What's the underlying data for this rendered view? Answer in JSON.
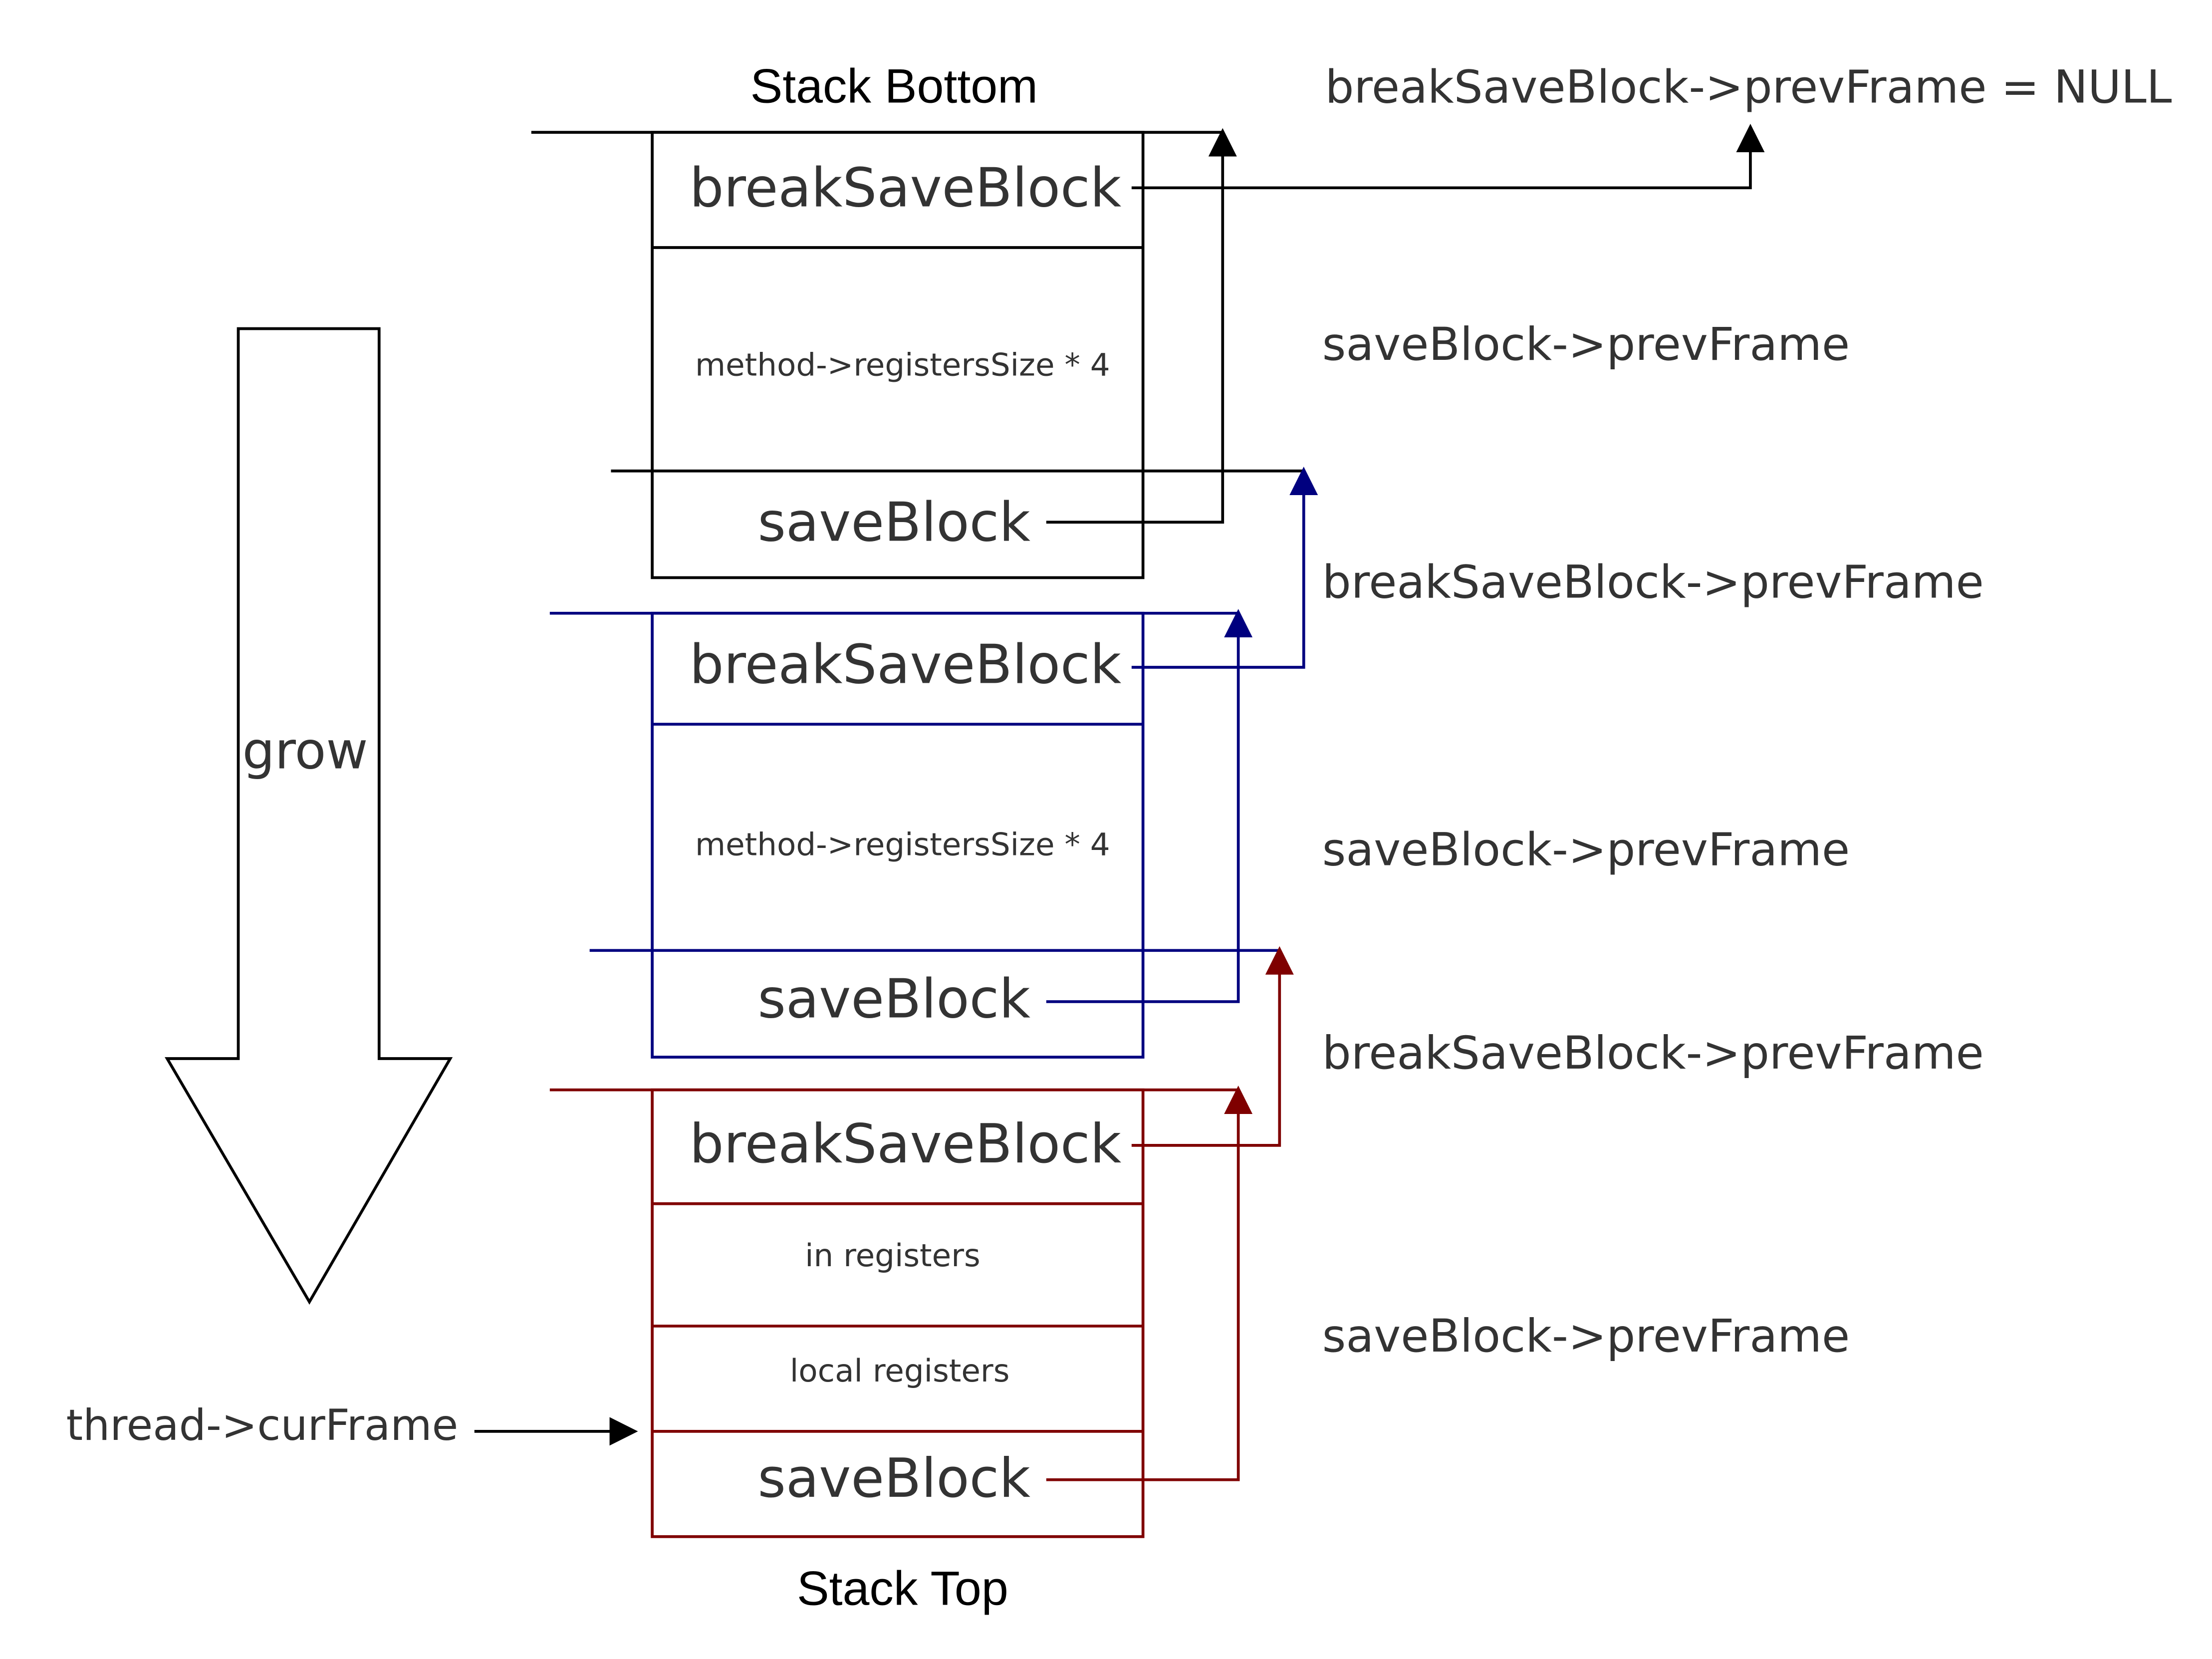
{
  "labels": {
    "stack_bottom": "Stack Bottom",
    "stack_top": "Stack Top",
    "grow": "grow",
    "cur_frame": "thread->curFrame"
  },
  "frames": [
    {
      "color": "#000000",
      "cells": [
        "breakSaveBlock",
        "method->registersSize * 4",
        "saveBlock"
      ]
    },
    {
      "color": "#00007f",
      "cells": [
        "breakSaveBlock",
        "method->registersSize * 4",
        "saveBlock"
      ]
    },
    {
      "color": "#7f0000",
      "cells": [
        "breakSaveBlock",
        "in registers",
        "local registers",
        "saveBlock"
      ]
    }
  ],
  "annotations": [
    "breakSaveBlock->prevFrame = NULL",
    "saveBlock->prevFrame",
    "breakSaveBlock->prevFrame",
    "saveBlock->prevFrame",
    "breakSaveBlock->prevFrame",
    "saveBlock->prevFrame"
  ]
}
